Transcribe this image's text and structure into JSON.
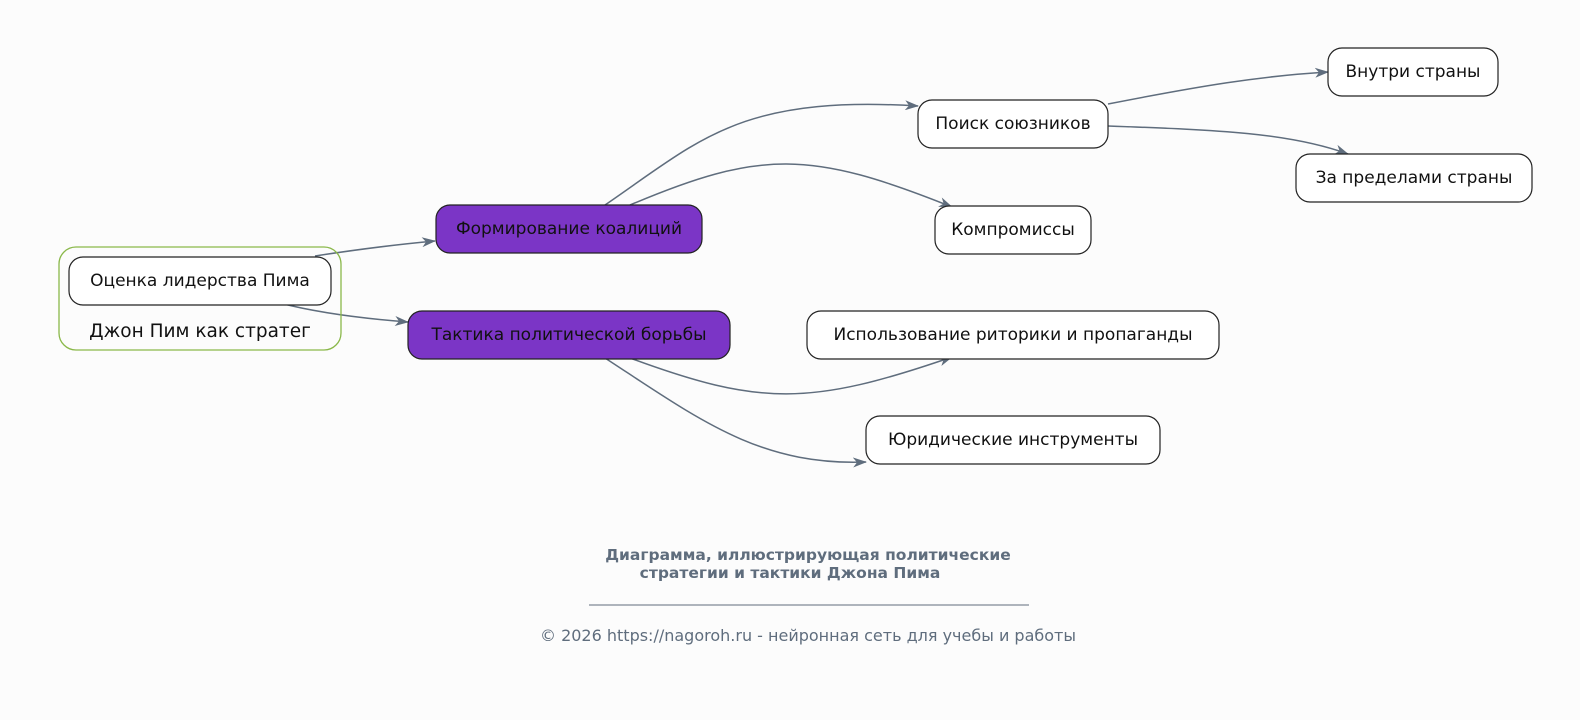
{
  "group": {
    "label": "Джон Пим как стратег",
    "border_color": "#8ab84a"
  },
  "nodes": {
    "root": "Оценка лидерства Пима",
    "coalitions": "Формирование коалиций",
    "tactics": "Тактика политической борьбы",
    "allies": "Поиск союзников",
    "compromises": "Компромиссы",
    "domestic": "Внутри страны",
    "abroad": "За пределами страны",
    "rhetoric": "Использование риторики и пропаганды",
    "legal": "Юридические инструменты"
  },
  "caption": {
    "line1": "Диаграмма, иллюстрирующая политические",
    "line2": "стратегии и тактики Джона Пима"
  },
  "footer": "© 2026 https://nagoroh.ru - нейронная сеть для учебы и работы",
  "colors": {
    "accent_node_fill": "#7b35c6",
    "edge": "#5f6d7d",
    "background": "#fcfcfc"
  }
}
